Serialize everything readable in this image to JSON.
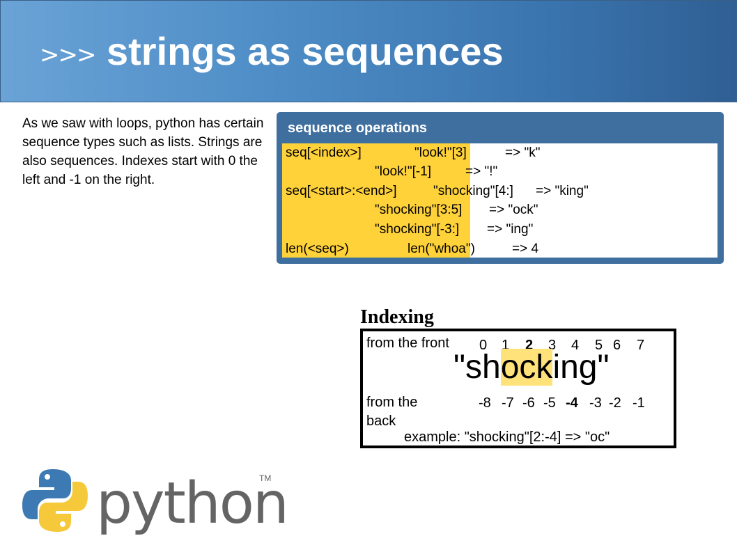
{
  "header": {
    "prompt": ">>>",
    "title": "strings as sequences"
  },
  "intro": "As we saw with loops, python has certain sequence types such as lists.  Strings are also sequences.  Indexes start with 0 the left and -1 on the right.",
  "panel": {
    "title": "sequence operations",
    "lines": [
      {
        "op": "seq[<index>]",
        "example": "\"look!\"[3]",
        "result": "=> \"k\""
      },
      {
        "op": "",
        "example": "\"look!\"[-1]",
        "result": "=> \"!\""
      },
      {
        "op": "seq[<start>:<end>]",
        "example": "\"shocking\"[4:]",
        "result": "=> \"king\""
      },
      {
        "op": "",
        "example": "\"shocking\"[3:5]",
        "result": "=> \"ock\""
      },
      {
        "op": "",
        "example": "\"shocking\"[-3:]",
        "result": "=> \"ing\""
      },
      {
        "op": "len(<seq>)",
        "example": "len(\"whoa\")",
        "result": "=> 4"
      }
    ]
  },
  "indexing": {
    "label": "Indexing",
    "front_label": "from the front",
    "back_label": "from the back",
    "front_indexes": [
      "0",
      "1",
      "2",
      "3",
      "4",
      "5",
      "6",
      "7"
    ],
    "back_indexes": [
      "-8",
      "-7",
      "-6",
      "-5",
      "-4",
      "-3",
      "-2",
      "-1"
    ],
    "word_before": "\"sh",
    "word_highlight": "ock",
    "word_after": "ing\"",
    "example": "example: \"shocking\"[2:-4] => \"oc\""
  },
  "logo": {
    "wordmark": "python",
    "tm": "TM"
  },
  "colors": {
    "header_blue": "#4f8ec7",
    "panel_blue": "#3f6f9f",
    "highlight": "#ffd23a",
    "word_highlight": "#ffe37a"
  }
}
